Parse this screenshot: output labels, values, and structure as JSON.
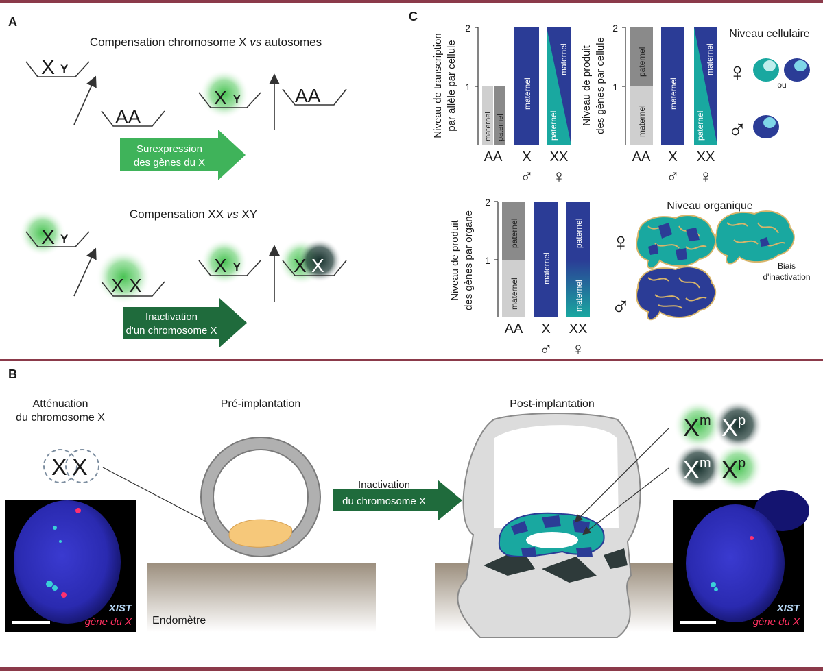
{
  "panels": {
    "a": "A",
    "b": "B",
    "c": "C"
  },
  "panel_a": {
    "title1": "Compensation chromosome X",
    "title1_vs": "vs",
    "title1_end": "autosomes",
    "xy": {
      "x": "X",
      "y": "Y"
    },
    "aa": "AA",
    "xx": {
      "x1": "X",
      "x2": "X"
    },
    "arrow1": {
      "line1": "Surexpression",
      "line2": "des gènes du X"
    },
    "title2": "Compensation XX",
    "title2_vs": "vs",
    "title2_end": "XY",
    "arrow2": {
      "line1": "Inactivation",
      "line2": "d'un chromosome X"
    }
  },
  "panel_b": {
    "stage1": {
      "line1": "Atténuation",
      "line2": "du chromosome X"
    },
    "stage2": "Pré-implantation",
    "stage3": "Post-implantation",
    "arrow": {
      "line1": "Inactivation",
      "line2": "du chromosome X"
    },
    "endometre": "Endomètre",
    "legend_left": {
      "xist": "XIST",
      "gene": "gène du X"
    },
    "legend_right": {
      "xist": "XIST",
      "gene": "gène du X"
    },
    "cell1": {
      "base1": "X",
      "sup1": "m",
      "base2": "X",
      "sup2": "p"
    },
    "cell2": {
      "base1": "X",
      "sup1": "m",
      "base2": "X",
      "sup2": "p"
    },
    "xx_label": {
      "x1": "X",
      "x2": "X"
    }
  },
  "panel_c": {
    "chart1": {
      "ylabel": [
        "Niveau de transcription",
        "par allèle par cellule"
      ],
      "ticks": [
        "2",
        "1"
      ],
      "categories": [
        "AA",
        "X",
        "XX"
      ],
      "sex": [
        "♂",
        "♀"
      ],
      "seg": {
        "maternel": "maternel",
        "paternel": "paternel"
      }
    },
    "chart2": {
      "ylabel": [
        "Niveau de produit",
        "des gènes par cellule"
      ],
      "ticks": [
        "2",
        "1"
      ],
      "categories": [
        "AA",
        "X",
        "XX"
      ],
      "sex": [
        "♂",
        "♀"
      ],
      "seg": {
        "maternel": "maternel",
        "paternel": "paternel"
      }
    },
    "chart3": {
      "ylabel": [
        "Niveau de produit",
        "des gènes par organe"
      ],
      "ticks": [
        "2",
        "1"
      ],
      "categories": [
        "AA",
        "X",
        "XX"
      ],
      "sex": [
        "♂",
        "♀"
      ],
      "seg": {
        "maternel": "maternel",
        "paternel": "paternel"
      }
    },
    "cellular": {
      "title": "Niveau cellulaire",
      "female": "♀",
      "male": "♂",
      "or": "ou"
    },
    "organ": {
      "title": "Niveau organique",
      "female": "♀",
      "male": "♂",
      "bias": [
        "Biais",
        "d'inactivation"
      ]
    }
  },
  "chart_data": [
    {
      "type": "bar",
      "ylabel": "Niveau de transcription par allèle par cellule",
      "categories": [
        "AA",
        "X ♂",
        "XX ♀"
      ],
      "ylim": [
        0,
        2
      ],
      "series": [
        {
          "name": "maternel",
          "values": [
            1,
            2,
            1
          ]
        },
        {
          "name": "paternel",
          "values": [
            1,
            0,
            1
          ]
        }
      ]
    },
    {
      "type": "bar",
      "ylabel": "Niveau de produit des gènes par cellule",
      "categories": [
        "AA",
        "X ♂",
        "XX ♀"
      ],
      "ylim": [
        0,
        2
      ],
      "series": [
        {
          "name": "maternel",
          "values": [
            1,
            2,
            1
          ]
        },
        {
          "name": "paternel",
          "values": [
            1,
            0,
            1
          ]
        }
      ]
    },
    {
      "type": "bar",
      "ylabel": "Niveau de produit des gènes par organe",
      "categories": [
        "AA",
        "X ♂",
        "XX ♀"
      ],
      "ylim": [
        0,
        2
      ],
      "series": [
        {
          "name": "maternel",
          "values": [
            1,
            2,
            1
          ]
        },
        {
          "name": "paternel",
          "values": [
            1,
            0,
            1
          ]
        }
      ]
    }
  ],
  "colors": {
    "frame": "#8b3a4a",
    "navy": "#2b3c96",
    "teal": "#19a8a0",
    "light_grey": "#cfcfcf",
    "dark_grey": "#8a8a8a",
    "green_arrow1": "#3fb35a",
    "green_arrow2": "#1f6b3c",
    "glow_green": "#3fbf4a",
    "glow_dark": "#16302c"
  }
}
